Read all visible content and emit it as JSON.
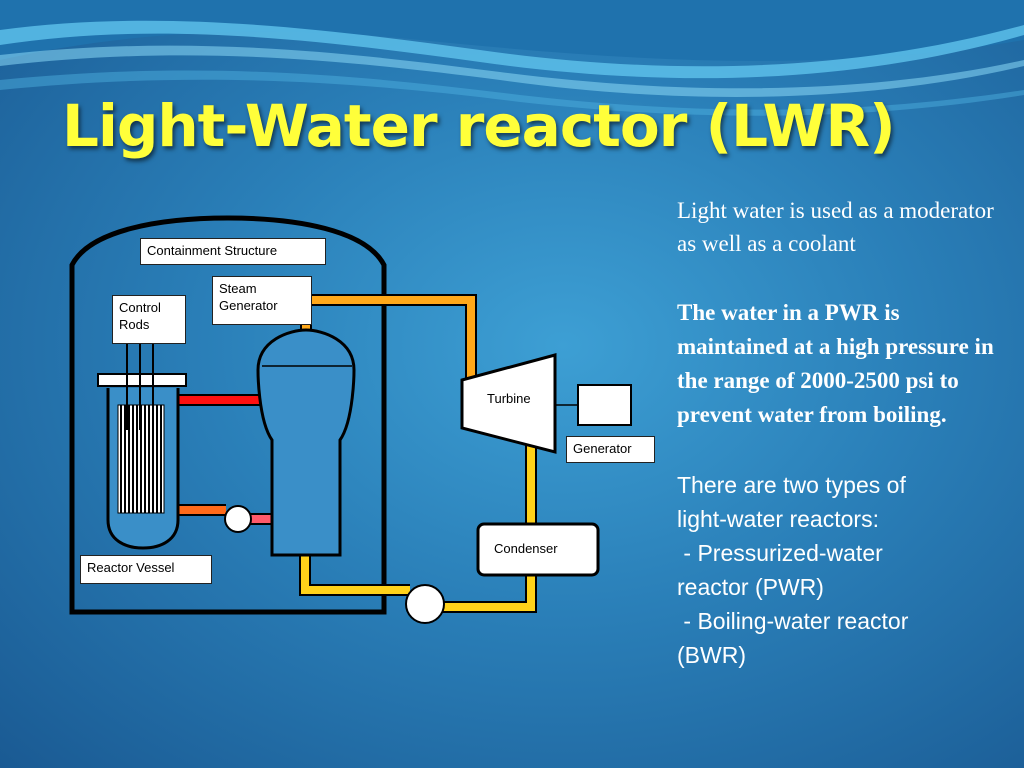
{
  "slide": {
    "title": "Light-Water reactor (LWR)"
  },
  "diagram": {
    "labels": {
      "containment": "Containment Structure",
      "steam_generator_line1": "Steam",
      "steam_generator_line2": "Generator",
      "control_rods_line1": "Control",
      "control_rods_line2": "Rods",
      "turbine": "Turbine",
      "generator": "Generator",
      "condenser": "Condenser",
      "reactor_vessel": "Reactor Vessel"
    },
    "colors": {
      "primary_loop_hot": "#ff1010",
      "primary_loop_warm": "#ff6a1a",
      "primary_loop_return": "#ff5a6a",
      "steam_line": "#ffa81a",
      "condensate_line": "#ffd21a"
    }
  },
  "text": {
    "paragraph1": "Light water is used as a moderator as well as a coolant",
    "paragraph2": "The water in a PWR is maintained at a high pressure in the range of 2000-2500 psi to prevent water from boiling.",
    "paragraph3_intro_line1": "There are two types of",
    "paragraph3_intro_line2": "light-water reactors:",
    "item1_line1": " - Pressurized-water",
    "item1_line2": "reactor (PWR)",
    "item2_line1": " - Boiling-water reactor",
    "item2_line2": "(BWR)"
  },
  "theme": {
    "background": "#2a7fb8",
    "title_color": "#ffff3a",
    "text_color": "#ffffff"
  }
}
